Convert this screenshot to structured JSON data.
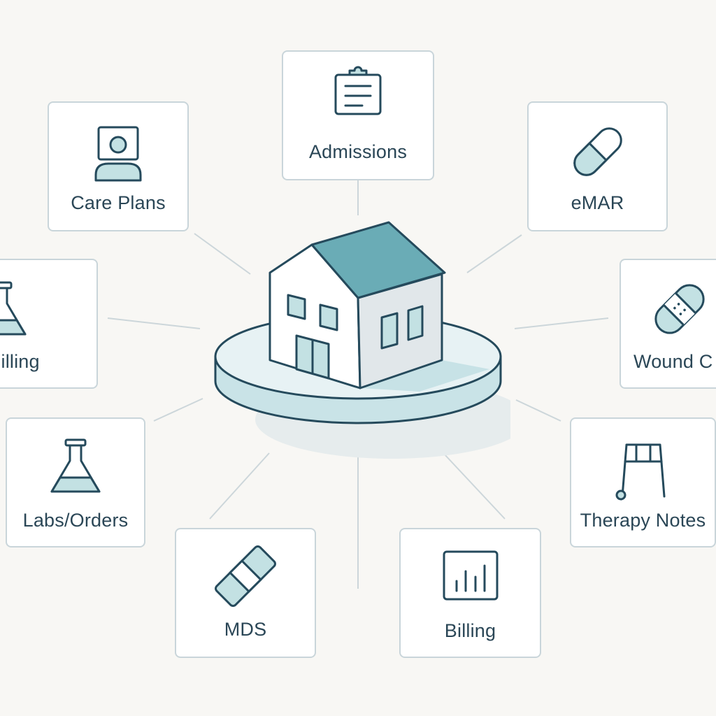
{
  "colors": {
    "background": "#f8f7f4",
    "card_border": "#c9d5da",
    "icon_stroke": "#254a5c",
    "icon_fill": "#c3e1e3",
    "roof": "#6aacb6",
    "connector": "#ccd6da",
    "label": "#2a4656"
  },
  "hub": {
    "icon": "facility-house-icon"
  },
  "modules": [
    {
      "id": "admissions",
      "label": "Admissions",
      "icon": "clipboard-icon"
    },
    {
      "id": "care-plans",
      "label": "Care Plans",
      "icon": "resident-profile-icon"
    },
    {
      "id": "emar",
      "label": "eMAR",
      "icon": "capsule-icon"
    },
    {
      "id": "billing-left",
      "label": "Billing",
      "icon": "flask-icon"
    },
    {
      "id": "wound-care",
      "label": "Wound C",
      "icon": "bandage-icon"
    },
    {
      "id": "labs-orders",
      "label": "Labs/Orders",
      "icon": "flask-icon"
    },
    {
      "id": "therapy-notes",
      "label": "Therapy Notes",
      "icon": "walker-icon"
    },
    {
      "id": "mds",
      "label": "MDS",
      "icon": "bandage-icon"
    },
    {
      "id": "billing-bottom",
      "label": "Billing",
      "icon": "bar-chart-icon"
    }
  ]
}
